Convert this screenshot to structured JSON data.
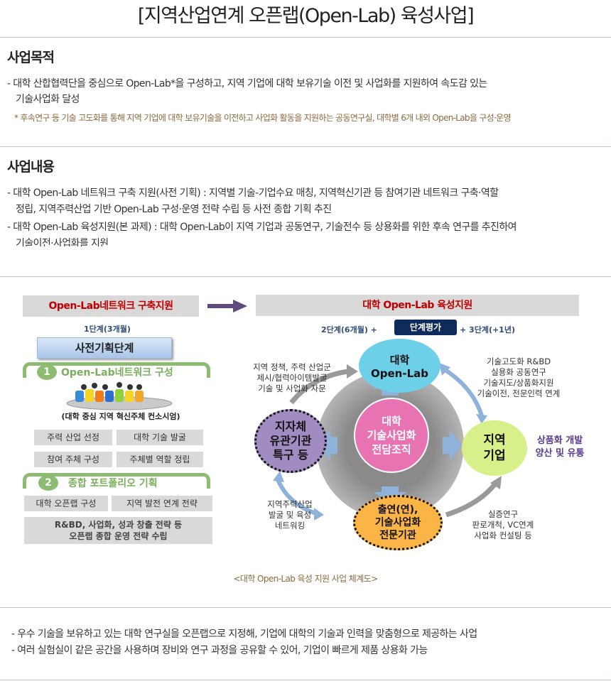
{
  "page": {
    "title": "[지역산업연계 오픈랩(Open-Lab) 육성사업]"
  },
  "purpose": {
    "heading": "사업목적",
    "bullet_line1": "- 대학 산합협력단을 중심으로 Open-Lab*을 구성하고, 지역 기업에 대학 보유기술 이전 및 사업화를 지원하여 속도감 있는",
    "bullet_line2": "기술사업화 달성",
    "note": "* 후속연구 등 기술 고도화를 통해 지역 기업에 대학 보유기술을 이전하고 사업화 활동을 지원하는 공동연구실, 대학별 6개 내외 Open-Lab을 구성·운영"
  },
  "content": {
    "heading": "사업내용",
    "bullets": [
      {
        "line1": "- 대학 Open-Lab 네트워크 구축 지원(사전 기획) : 지역별 기술-기업수요 매칭, 지역혁신기관 등 참여기관 네트워크 구축·역할",
        "line2": "정립, 지역주력산업 기반 Open-Lab 구성·운영 전략 수립 등 사전 종합 기획 추진"
      },
      {
        "line1": "- 대학 Open-Lab 육성지원(본 과제) : 대학 Open-Lab이 지역 기업과 공동연구, 기술전수 등 상용화를 위한 후속 연구를 추진하여",
        "line2": "기술이전·사업화를 지원"
      }
    ]
  },
  "diagram": {
    "left": {
      "header": "Open-Lab네트워크 구축지원",
      "stage": "1단계(3개월)",
      "phase_box": "사전기획단계",
      "section1": {
        "number": "1",
        "label": "Open-Lab네트워크 구성"
      },
      "consortium": "(대학 중심 지역 혁신주체 컨소시엄)",
      "cells1": [
        "주력 산업 선정",
        "대학 기술 발굴",
        "참여 주체 구성",
        "주체별 역할 정립"
      ],
      "section2": {
        "number": "2",
        "label": "종합 포트폴리오 기획"
      },
      "cells2": [
        "대학 오픈랩 구성",
        "지역 발전 연계 전략"
      ],
      "cell_wide_line1": "R&BD, 사업화, 성과 창출 전략 등",
      "cell_wide_line2": "오픈랩 종합 운영 전략 수립"
    },
    "right": {
      "header": "대학 Open-Lab 육성지원",
      "stage2": "2단계(6개월) +",
      "eval_badge": "단계평가",
      "stage3": "+ 3단계(+1년)",
      "center": {
        "line1": "대학",
        "line2": "기술사업화",
        "line3": "전담조직"
      },
      "top": {
        "line1": "대학",
        "line2": "Open-Lab"
      },
      "left_node": {
        "line1": "지자체",
        "line2": "유관기관",
        "line3": "특구 등"
      },
      "right_node": {
        "line1": "지역",
        "line2": "기업"
      },
      "bottom_node": {
        "line1": "출연(연),",
        "line2": "기술사업화",
        "line3": "전문기관"
      },
      "label_top_left": [
        "지역 정책, 주력 산업군",
        "제시/협력아이템발굴",
        "기술 및 사업화 자문"
      ],
      "label_top_right": [
        "기술고도화 R&BD",
        "실용화 공동연구",
        "기술지도/상품화지원",
        "기술이전, 전문인력 연계"
      ],
      "label_right": [
        "상품화 개발",
        "양산 및 유통"
      ],
      "label_bottom_left": [
        "지역주력산업",
        "발굴 및 육성",
        "네트워킹"
      ],
      "label_bottom_right": [
        "실증연구",
        "판로개척, VC연계",
        "사업화 컨설팅 등"
      ]
    },
    "caption": "<대학 Open-Lab 육성 지원 사업 체계도>"
  },
  "summary": {
    "bullets": [
      "- 우수 기술을 보유하고 있는 대학 연구실을 오픈랩으로 지정해, 기업에 대학의 기술과 인력을 맞춤형으로 제공하는 사업",
      "- 여러 실험실이 같은 공간을 사용하며 장비와 연구 과정을 공유할 수 있어, 기업이 빠르게 제품 상용화 가능"
    ]
  },
  "colors": {
    "header_red": "#c00000",
    "arrow_purple": "#604a7b",
    "navy_badge": "#0f2b5b",
    "cyan_node": "#6dd0e8",
    "pink_center": "#e873b3",
    "purple_node": "#a08cc0",
    "lime_node": "#d8f08a",
    "orange_node": "#fbb547",
    "green_section": "#8dbb72",
    "note_brown": "#8a6a3e"
  }
}
